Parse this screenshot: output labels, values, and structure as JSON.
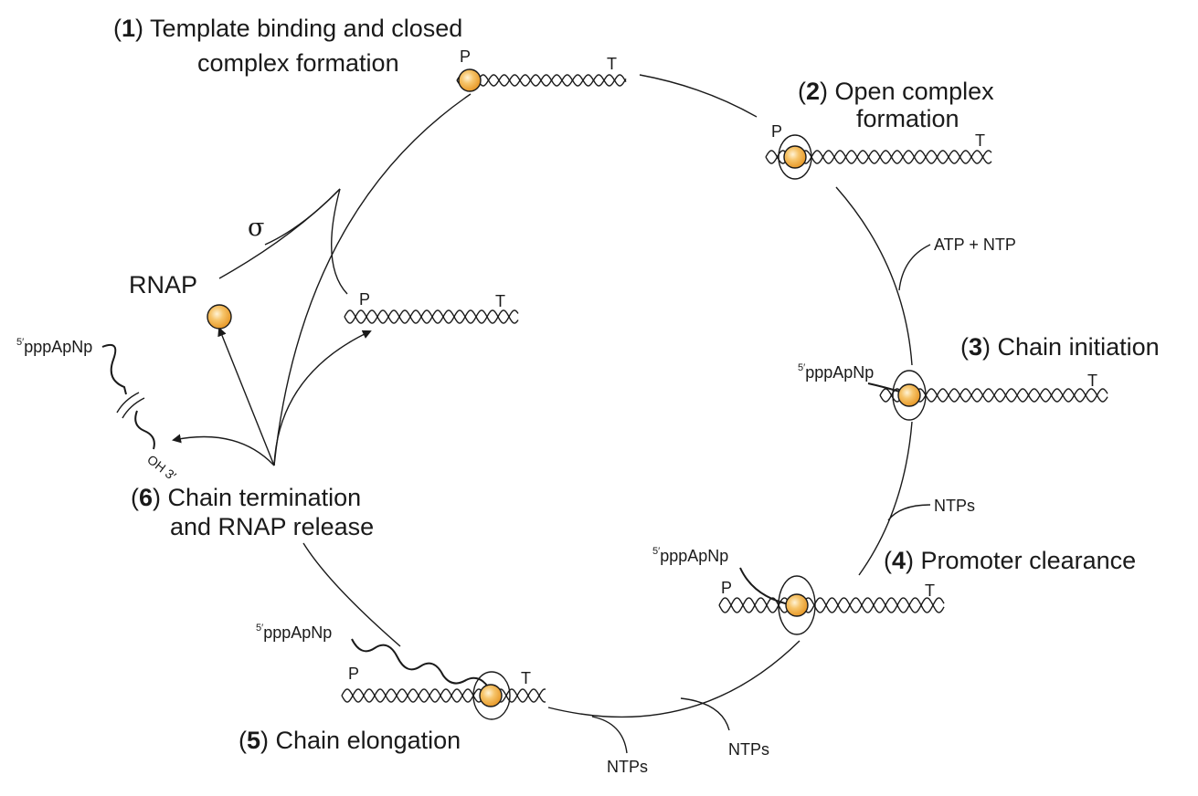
{
  "steps": [
    {
      "num": "1",
      "line1": "Template binding and closed",
      "line2": "complex formation"
    },
    {
      "num": "2",
      "line1": "Open complex",
      "line2": "formation"
    },
    {
      "num": "3",
      "line1": "Chain initiation"
    },
    {
      "num": "4",
      "line1": "Promoter clearance"
    },
    {
      "num": "5",
      "line1": "Chain elongation"
    },
    {
      "num": "6",
      "line1": "Chain termination",
      "line2": "and RNAP release"
    }
  ],
  "reagents": {
    "atp_ntp": "ATP + NTP",
    "ntps_4": "NTPs",
    "ntps_5a": "NTPs",
    "ntps_5b": "NTPs"
  },
  "labels": {
    "sigma": "σ",
    "rnap": "RNAP",
    "promoter": "P",
    "terminator": "T",
    "rna_5prime_sup": "5′",
    "rna_5prime": "pppApNp",
    "rna_3prime": "OH 3′"
  },
  "colors": {
    "rnap_fill": "#f2b24c",
    "rnap_highlight": "#fde6b5",
    "rnap_stroke": "#1a1a1a",
    "line": "#1a1a1a"
  }
}
